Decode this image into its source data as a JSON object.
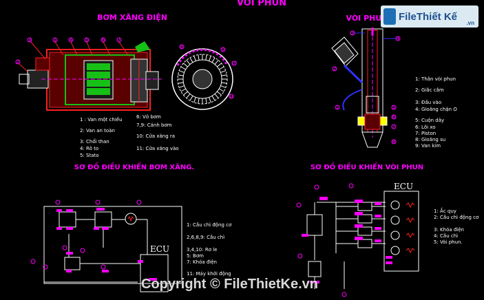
{
  "titles": {
    "top_center_partial": "VOI PHUN",
    "pump_title": "BƠM XĂNG ĐIỆN",
    "injector_title": "VÒI PHUN",
    "pump_circuit_title": "SƠ ĐỒ ĐIỀU KHIỂN BƠM XĂNG.",
    "injector_circuit_title": "SƠ ĐỒ ĐIỀU KHIỂN VÒI PHUN"
  },
  "pump_callouts": [
    "1",
    "2",
    "3",
    "4",
    "5",
    "6",
    "7",
    "8",
    "9",
    "10",
    "11"
  ],
  "injector_callouts": [
    "1",
    "2",
    "3",
    "4",
    "5",
    "6",
    "7",
    "8"
  ],
  "pump_legend_left": [
    "1 : Van một chiều",
    "2: Van an toàn",
    "3: Chổi than",
    "4: Rô to",
    "5: Stato"
  ],
  "pump_legend_right": [
    "6: Vỏ bơm",
    "7,9: Cánh bơm",
    "10: Cửa xăng ra",
    "11: Cửa xăng vào"
  ],
  "injector_legend": [
    "1: Thân vòi phun",
    "2: Giắc cắm",
    "3: Đầu vào",
    "4: Gioăng chặn O",
    "5: Cuộn dây",
    "6: Lõi xo",
    "7: Piston",
    "8: Gioăng su",
    "9: Van kim"
  ],
  "pump_circuit_legend": [
    "1: Cầu chì động cơ",
    "2,6,8,9: Cầu chì",
    "3,4,10: Rơ le",
    "5: Bơm",
    "7: Khóa điện",
    "11: Máy khởi động"
  ],
  "injector_circuit_legend": [
    "1: Ắc quy",
    "2: Cầu chì động cơ",
    "3: Khóa điện",
    "4: Cầu chì",
    "5: Vòi phun."
  ],
  "ecu_label": "ECU",
  "watermark_text": "Copyright © FileThietKe.vn",
  "logo": {
    "text": "FileThiết Kế",
    "sub": ".vn"
  },
  "colors": {
    "background": "#000000",
    "title": "#ff00ff",
    "line": "#ffffff",
    "leader": "#ff2020",
    "callout_circle": "#ff00ff",
    "rotor_green": "#16c016",
    "body_red": "#ff0000",
    "injector_blue": "#3030ff",
    "yellow": "#ffff00",
    "text": "#ffffff"
  }
}
